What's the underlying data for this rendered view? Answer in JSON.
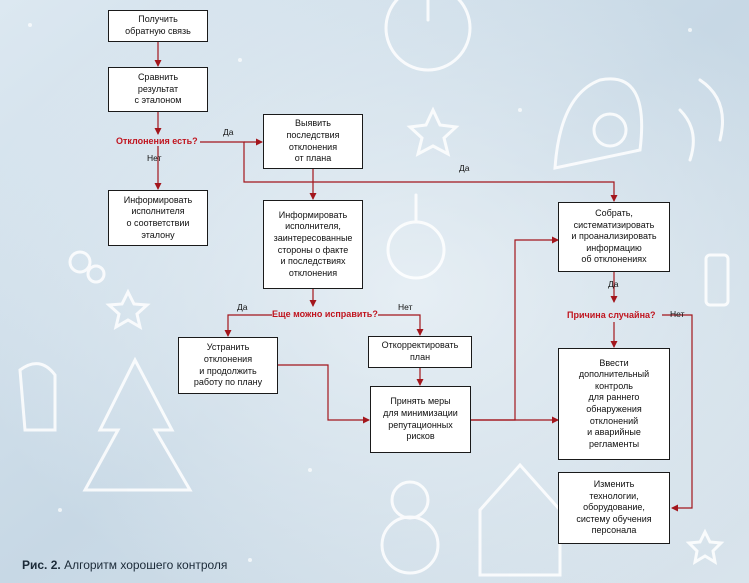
{
  "colors": {
    "accent_red": "#c0141e",
    "arrow": "#a3161c",
    "box_border": "#1a1a1a"
  },
  "boxes": {
    "get_feedback": "Получить\nобратную связь",
    "compare": "Сравнить\nрезультат\nс эталоном",
    "inform_executor": "Информировать\nисполнителя\nо соответствии\nэталону",
    "find_consequences": "Выявить\nпоследствия\nотклонения\nот плана",
    "inform_parties": "Информировать\nисполнителя,\nзаинтересованные\nстороны о факте\nи последствиях\nотклонения",
    "collect_info": "Собрать,\nсистематизировать\nи проанализировать\nинформацию\nоб отклонениях",
    "fix_deviations": "Устранить\nотклонения\nи продолжить\nработу по плану",
    "adjust_plan": "Откорректировать\nплан",
    "take_measures": "Принять меры\nдля минимизации\nрепутационных\nрисков",
    "extra_control": "Ввести\nдополнительный\nконтроль\nдля раннего\nобнаружения\nотклонений\nи аварийные\nрегламенты",
    "change_tech": "Изменить\nтехнологии,\nоборудование,\nсистему обучения\nперсонала"
  },
  "decisions": {
    "deviations_exist": "Отклонения есть?",
    "can_fix": "Еще можно исправить?",
    "cause_random": "Причина случайна?"
  },
  "labels": {
    "yes": "Да",
    "no": "Нет"
  },
  "caption": {
    "number": "Рис. 2.",
    "text": "Алгоритм хорошего контроля"
  }
}
